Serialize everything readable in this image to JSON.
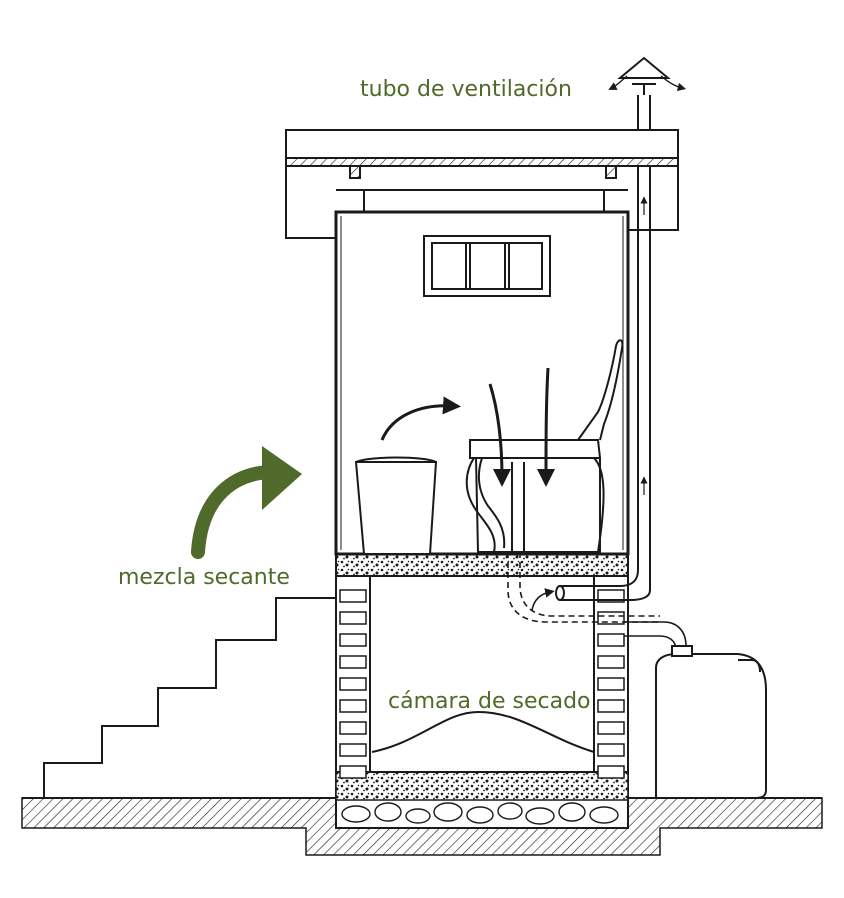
{
  "labels": {
    "vent_pipe": "tubo de ventilación",
    "drying_mix": "mezcla secante",
    "drying_chamber": "cámara de secado"
  },
  "colors": {
    "ink": "#1a1a1a",
    "label_green": "#4f6a2a",
    "arrow_green": "#4f6a2a",
    "background": "#ffffff"
  }
}
